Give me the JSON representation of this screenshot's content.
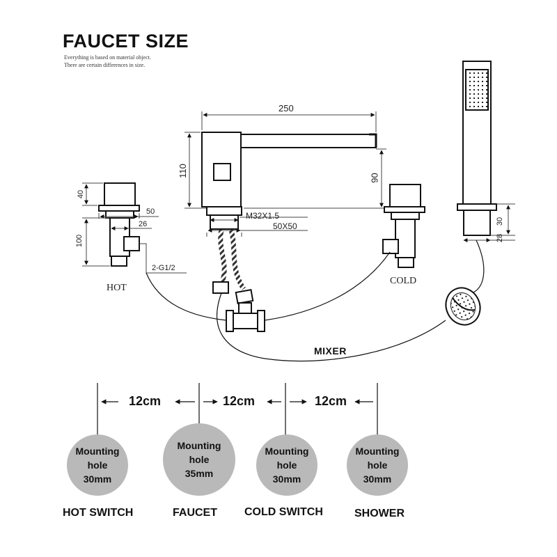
{
  "header": {
    "title": "FAUCET SIZE",
    "note_1": "Everything is based on material object.",
    "note_2": "There are certain differences in size."
  },
  "drawing": {
    "dim_250": "250",
    "dim_110": "110",
    "dim_90": "90",
    "dim_40": "40",
    "dim_50": "50",
    "dim_26": "26",
    "dim_100": "100",
    "dim_m32": "M32X1.5",
    "dim_50x50": "50X50",
    "dim_g12": "2-G1/2",
    "dim_30": "30",
    "dim_28": "28",
    "hot": "HOT",
    "cold": "COLD",
    "mixer": "MIXER"
  },
  "spacing": {
    "gap_1": "12cm",
    "gap_2": "12cm",
    "gap_3": "12cm"
  },
  "holes": [
    {
      "line1": "Mounting",
      "line2": "hole",
      "line3": "30mm",
      "name": "HOT SWITCH"
    },
    {
      "line1": "Mounting",
      "line2": "hole",
      "line3": "35mm",
      "name": "FAUCET"
    },
    {
      "line1": "Mounting",
      "line2": "hole",
      "line3": "30mm",
      "name": "COLD SWITCH"
    },
    {
      "line1": "Mounting",
      "line2": "hole",
      "line3": "30mm",
      "name": "SHOWER"
    }
  ],
  "colors": {
    "hole_fill": "#b9b9b9",
    "line": "#111111"
  }
}
